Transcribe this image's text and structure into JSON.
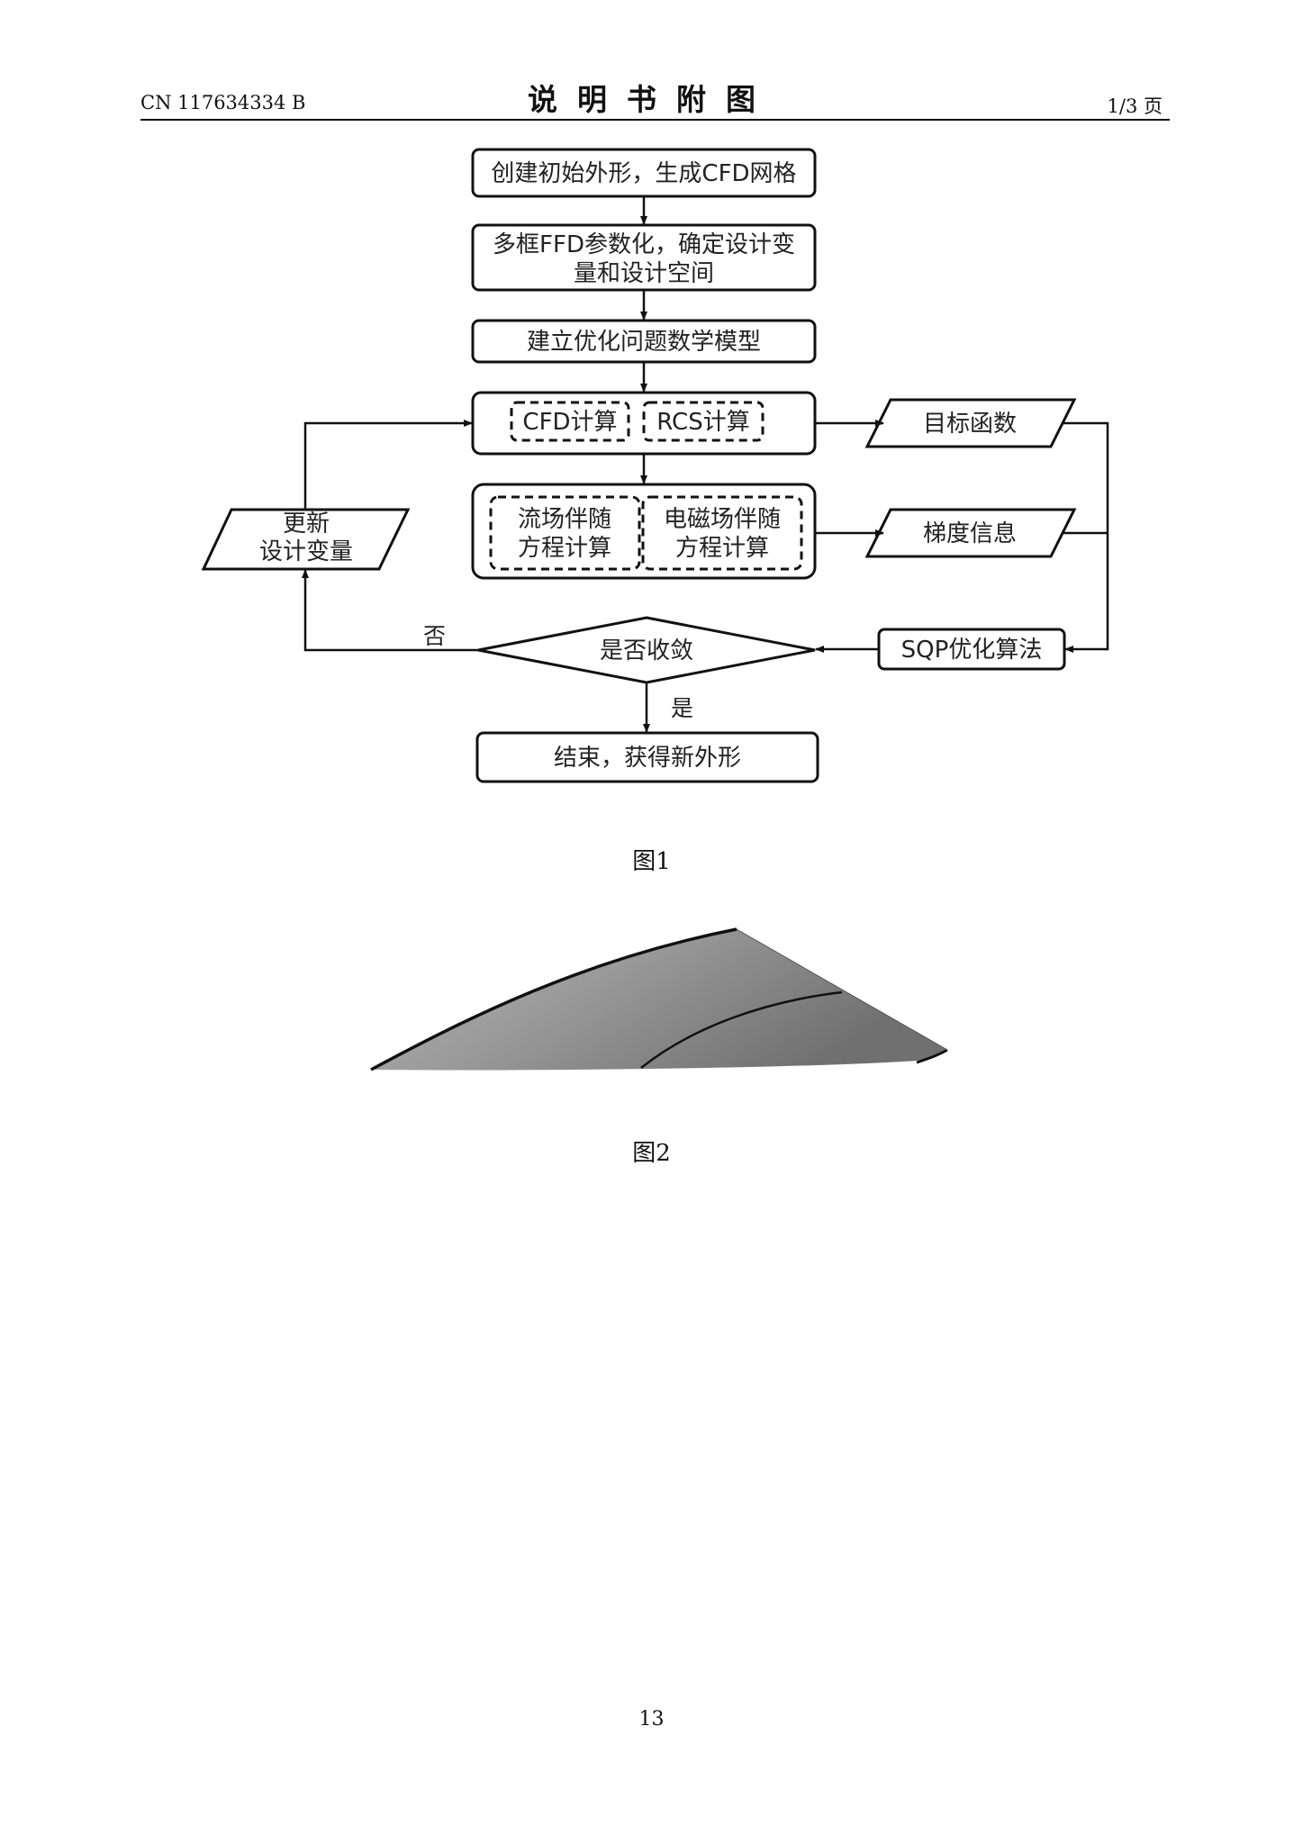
{
  "header": {
    "doc_number": "CN 117634334 B",
    "title": "说明书附图",
    "page_indicator": "1/3 页"
  },
  "figure1": {
    "caption": "图1",
    "nodes": {
      "step1": "创建初始外形，生成CFD网格",
      "step2_line1": "多框FFD参数化，确定设计变",
      "step2_line2": "量和设计空间",
      "step3": "建立优化问题数学模型",
      "cfd_calc": "CFD计算",
      "rcs_calc": "RCS计算",
      "flow_adjoint_line1": "流场伴随",
      "flow_adjoint_line2": "方程计算",
      "em_adjoint_line1": "电磁场伴随",
      "em_adjoint_line2": "方程计算",
      "objective": "目标函数",
      "gradient": "梯度信息",
      "update_line1": "更新",
      "update_line2": "设计变量",
      "converge": "是否收敛",
      "sqp": "SQP优化算法",
      "end": "结束，获得新外形",
      "label_no": "否",
      "label_yes": "是"
    }
  },
  "figure2": {
    "caption": "图2"
  },
  "footer": {
    "page_number": "13"
  }
}
